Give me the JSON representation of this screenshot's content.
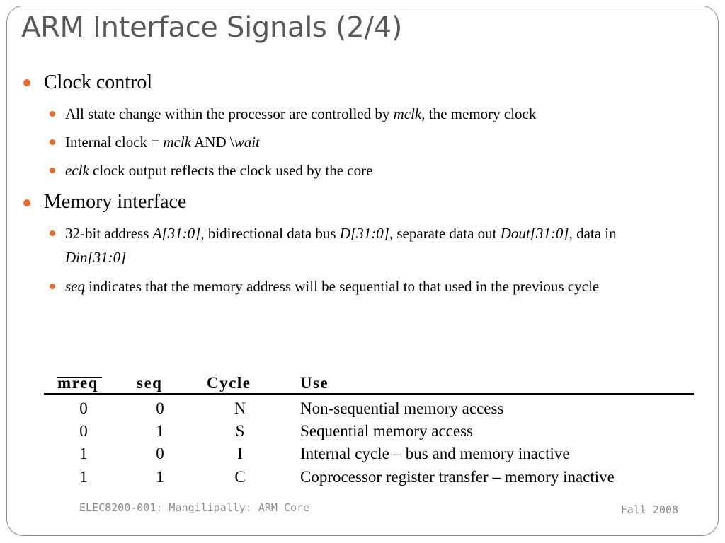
{
  "slide": {
    "title": "ARM Interface Signals (2/4)",
    "accent_color": "#e36c2e",
    "sections": [
      {
        "heading": "Clock control",
        "items": [
          [
            "All state change within the processor are controlled by ",
            "mclk",
            ", the memory clock"
          ],
          [
            "Internal clock = ",
            "mclk",
            " AND \\",
            "wait",
            ""
          ],
          [
            "",
            "eclk",
            " clock output reflects the clock used by the core"
          ]
        ]
      },
      {
        "heading": "Memory interface",
        "items": [
          [
            "32-bit address ",
            "A[31:0]",
            ", bidirectional data bus ",
            "D[31:0]",
            ", separate data out ",
            "Dout[31:0]",
            ", data in ",
            "Din[31:0]",
            ""
          ],
          [
            "",
            "seq",
            " indicates that the memory address will be sequential to that used in the previous cycle"
          ]
        ]
      }
    ],
    "table": {
      "headers": [
        "mreq",
        "seq",
        "Cycle",
        "Use"
      ],
      "rows": [
        [
          "0",
          "0",
          "N",
          "Non-sequential memory access"
        ],
        [
          "0",
          "1",
          "S",
          "Sequential memory access"
        ],
        [
          "1",
          "0",
          "I",
          "Internal cycle – bus and memory inactive"
        ],
        [
          "1",
          "1",
          "C",
          "Coprocessor register transfer – memory inactive"
        ]
      ]
    },
    "footer": {
      "left": "ELEC8200-001: Mangilipally: ARM Core",
      "right": "Fall 2008"
    }
  }
}
